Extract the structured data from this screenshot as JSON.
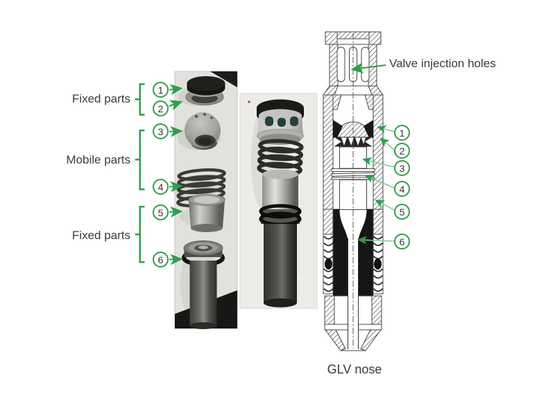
{
  "figure": {
    "labels": {
      "fixed_parts_top": "Fixed parts",
      "mobile_parts": "Mobile parts",
      "fixed_parts_bottom": "Fixed parts",
      "valve_injection_holes": "Valve injection holes",
      "glv_nose": "GLV nose"
    },
    "callouts": {
      "left": [
        "1",
        "2",
        "3",
        "4",
        "5",
        "6"
      ],
      "right": [
        "1",
        "2",
        "3",
        "4",
        "5",
        "6"
      ]
    },
    "colors": {
      "accent_green": "#2f9e49",
      "leader_green": "#86c49d",
      "text": "#3a3a3a"
    }
  }
}
